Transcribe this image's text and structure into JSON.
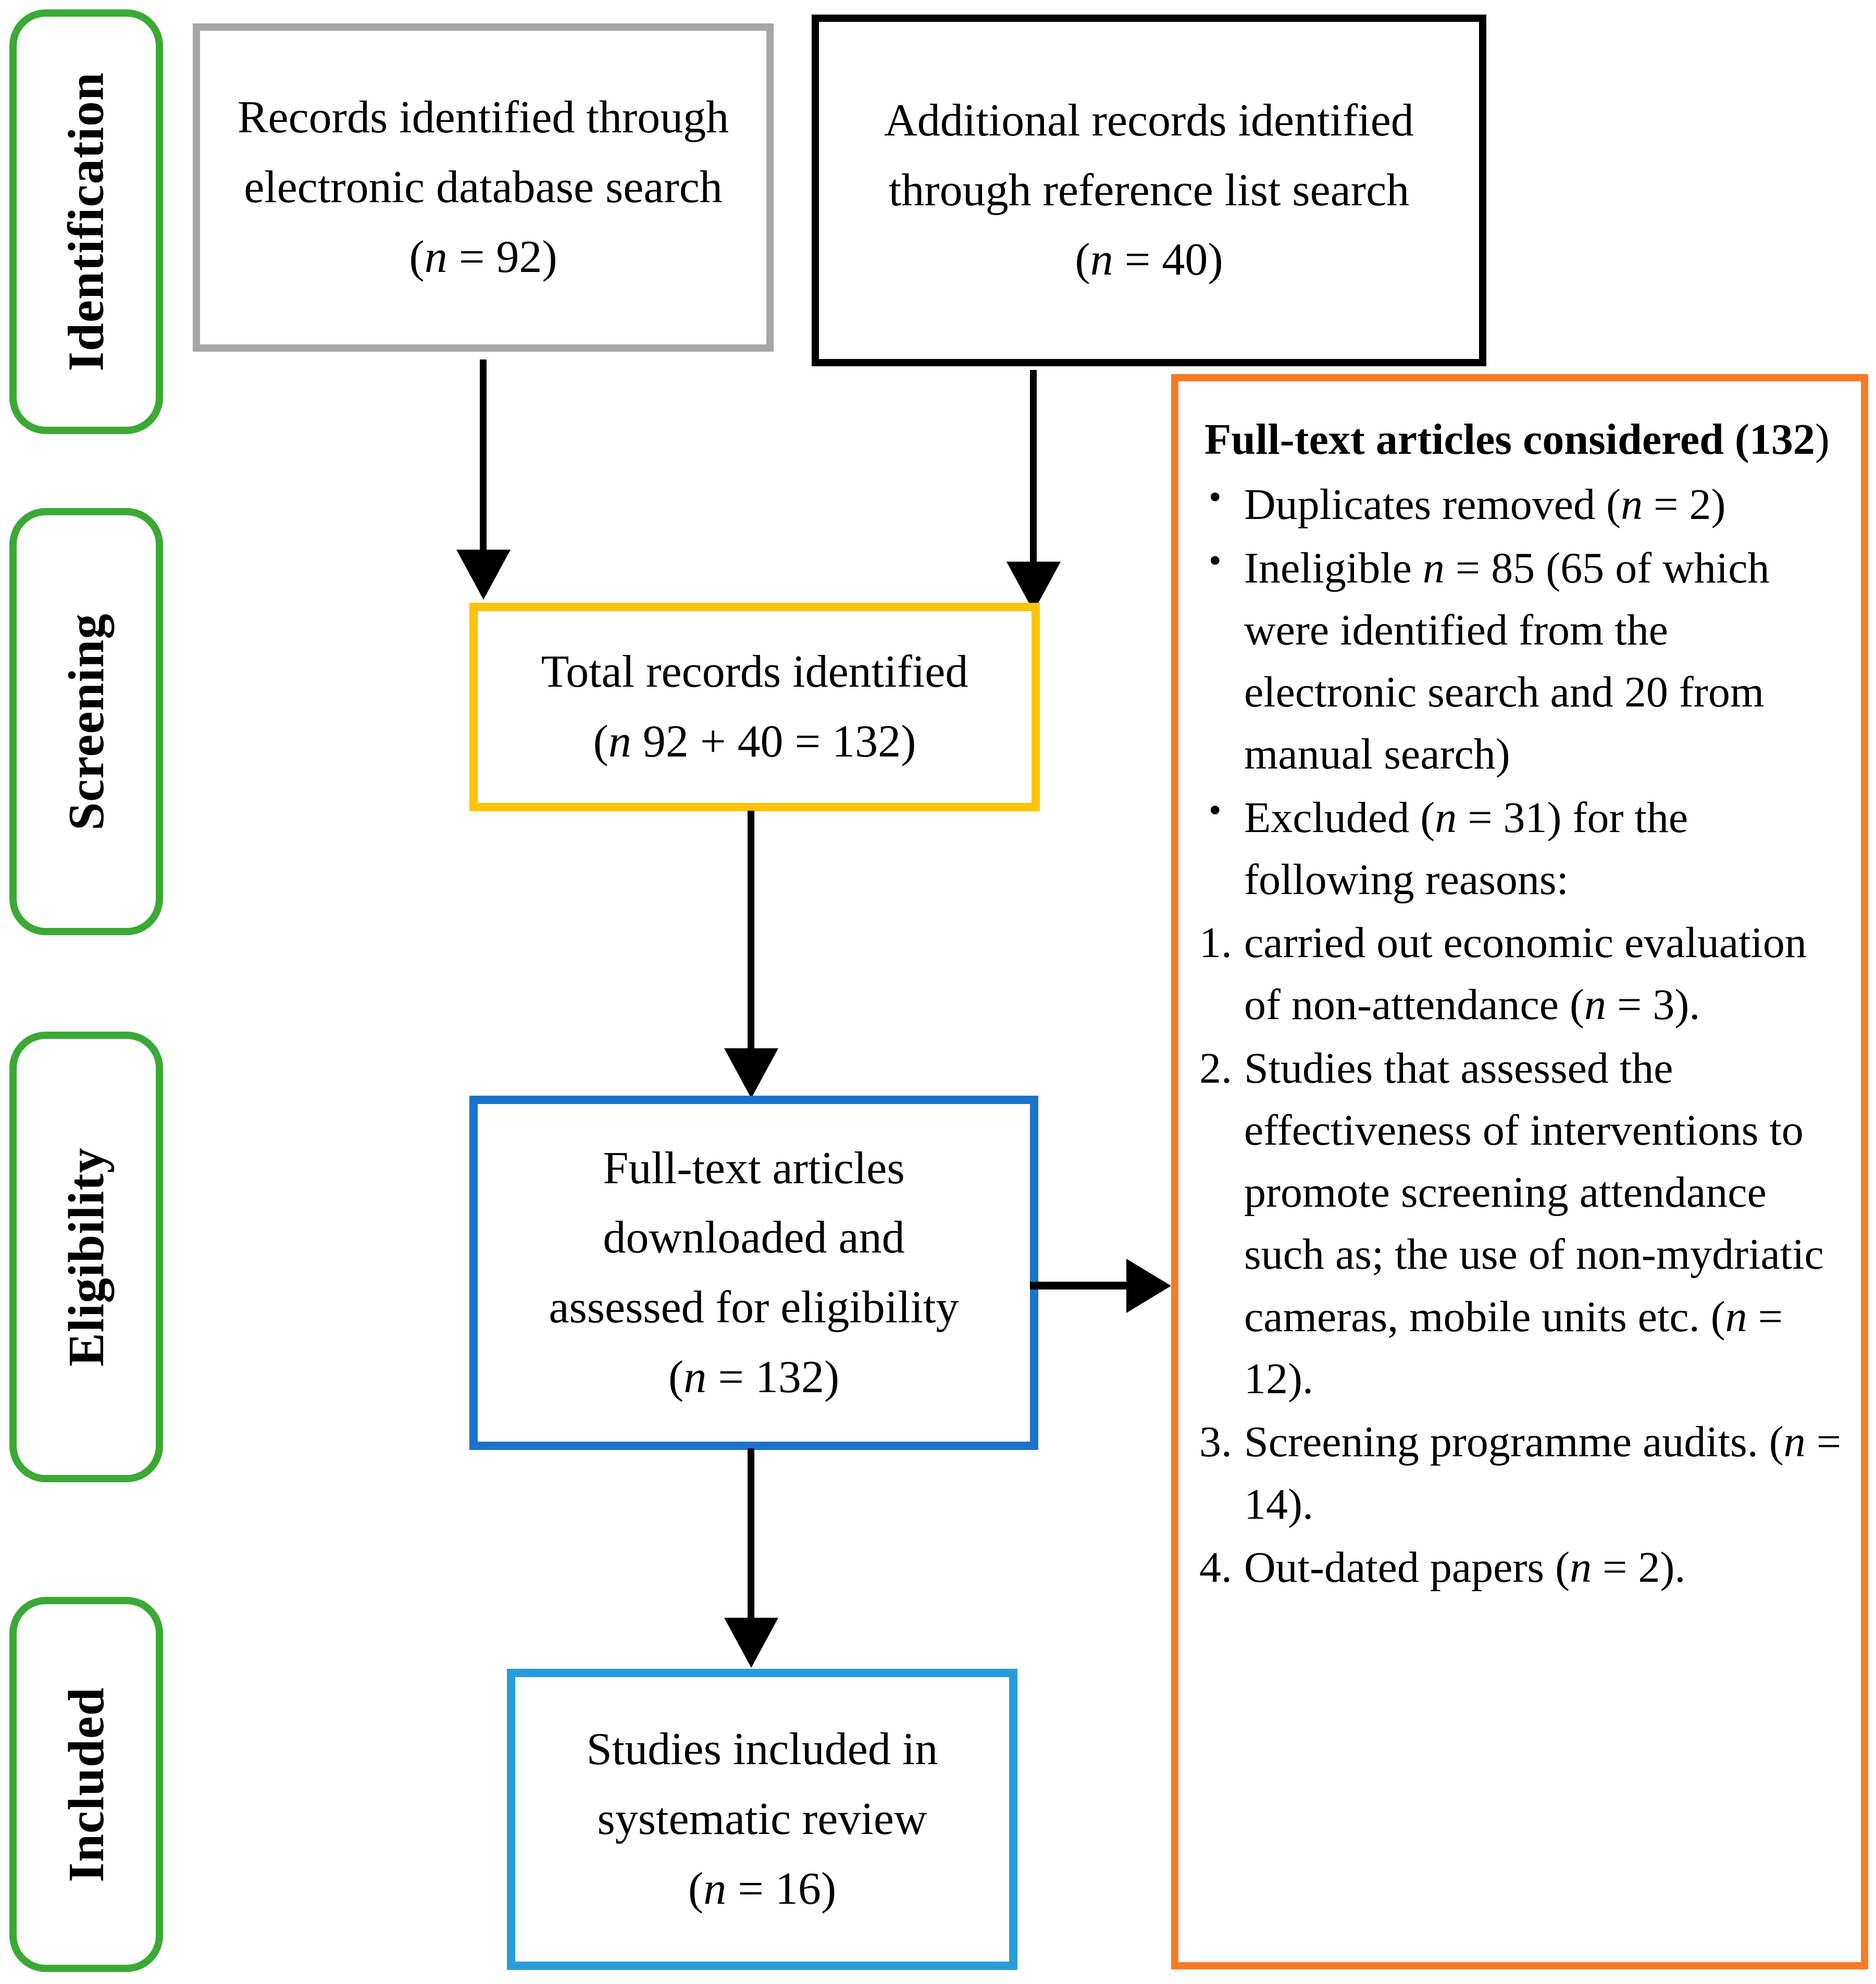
{
  "figure": {
    "type": "prisma-flow-diagram",
    "colors": {
      "stage_pill_border": "#3aaa35",
      "database_box_border": "#a6a6a6",
      "reference_box_border": "#000000",
      "total_records_box_border": "#ffc300",
      "eligibility_box_border": "#1a72cb",
      "included_box_border": "#299bdb",
      "exclusion_panel_border": "#f97a24",
      "arrow": "#000000",
      "background": "#ffffff"
    }
  },
  "stages": [
    {
      "label": "Identification"
    },
    {
      "label": "Screening"
    },
    {
      "label": "Eligibility"
    },
    {
      "label": "Included"
    }
  ],
  "boxes": {
    "database_search": {
      "line1": "Records identified through",
      "line2": "electronic database search",
      "line3_pre": "(",
      "line3_n": "n",
      "line3_post": " = 92)"
    },
    "reference_search": {
      "line1": "Additional records identified",
      "line2": "through reference list search",
      "line3_pre": "(",
      "line3_n": "n",
      "line3_post": " = 40)"
    },
    "total_records": {
      "line1": "Total records identified",
      "line2_pre": "(",
      "line2_n": "n",
      "line2_post": " 92 + 40 = 132)"
    },
    "full_text_assessed": {
      "line1": "Full-text articles",
      "line2": "downloaded and",
      "line3": "assessed for eligibility",
      "line4_pre": "(",
      "line4_n": "n",
      "line4_post": " = 132)"
    },
    "included": {
      "line1": "Studies included in",
      "line2": "systematic review",
      "line3_pre": "(",
      "line3_n": "n",
      "line3_post": " = 16)"
    }
  },
  "exclusion_panel": {
    "heading_bold": "Full-text articles considered",
    "heading_count": "(132",
    "heading_tail": ")",
    "bullets": [
      {
        "parts": [
          {
            "t": "Duplicates removed (",
            "i": false
          },
          {
            "t": "n",
            "i": true
          },
          {
            "t": " = 2)",
            "i": false
          }
        ]
      },
      {
        "parts": [
          {
            "t": "Ineligible ",
            "i": false
          },
          {
            "t": "n",
            "i": true
          },
          {
            "t": " = 85 (65 of which were identified from the electronic search and 20 from manual search)",
            "i": false
          }
        ]
      },
      {
        "parts": [
          {
            "t": "Excluded (",
            "i": false
          },
          {
            "t": "n",
            "i": true
          },
          {
            "t": " = 31) for the following reasons:",
            "i": false
          }
        ]
      }
    ],
    "numbered": [
      {
        "parts": [
          {
            "t": "carried out economic evaluation of non-attendance (",
            "i": false
          },
          {
            "t": "n",
            "i": true
          },
          {
            "t": " = 3).",
            "i": false
          }
        ]
      },
      {
        "parts": [
          {
            "t": "Studies that assessed the effectiveness of interventions to promote screening attendance such as; the use of non-mydriatic cameras, mobile units etc. (",
            "i": false
          },
          {
            "t": "n",
            "i": true
          },
          {
            "t": " = 12).",
            "i": false
          }
        ]
      },
      {
        "parts": [
          {
            "t": "Screening programme audits. (",
            "i": false
          },
          {
            "t": "n",
            "i": true
          },
          {
            "t": " = 14).",
            "i": false
          }
        ]
      },
      {
        "parts": [
          {
            "t": "Out-dated papers (",
            "i": false
          },
          {
            "t": "n",
            "i": true
          },
          {
            "t": " = 2).",
            "i": false
          }
        ]
      }
    ]
  }
}
